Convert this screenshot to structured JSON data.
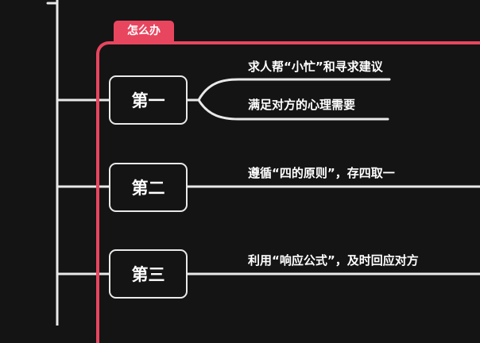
{
  "section": {
    "tag_label": "怎么办"
  },
  "steps": [
    {
      "label": "第一",
      "points": [
        "求人帮“小忙”和寻求建议",
        "满足对方的心理需要"
      ]
    },
    {
      "label": "第二",
      "points": [
        "遵循“四的原则”，存四取一"
      ]
    },
    {
      "label": "第三",
      "points": [
        "利用“响应公式”，及时回应对方"
      ]
    }
  ],
  "colors": {
    "accent": "#e8455f",
    "line": "#e9e9e9",
    "background": "#141414",
    "text": "#ffffff"
  }
}
